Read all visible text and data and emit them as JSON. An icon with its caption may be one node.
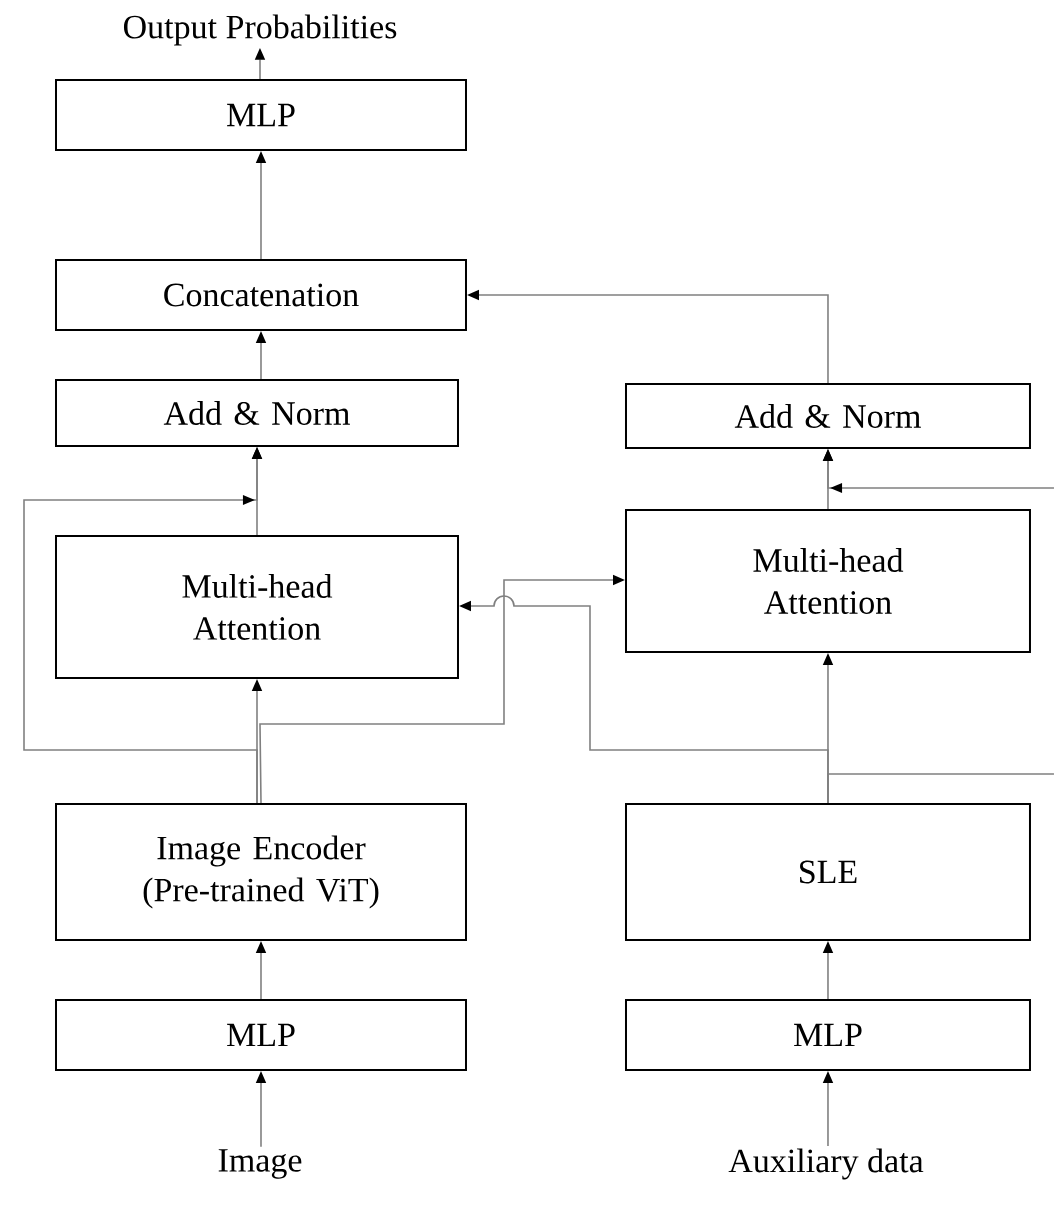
{
  "diagram": {
    "nodes": [
      {
        "text": [
          "Output Probabilities"
        ]
      },
      {
        "text": [
          "MLP"
        ]
      },
      {
        "text": [
          "Concatenation"
        ]
      },
      {
        "text": [
          "Add & Norm"
        ]
      },
      {
        "text": [
          "Multi-head Attention"
        ]
      },
      {
        "text": [
          "Image Encoder (Pre-trained ViT)"
        ]
      },
      {
        "text": [
          "MLP"
        ]
      },
      {
        "text": [
          "Image"
        ]
      },
      {
        "text": [
          "Add & Norm"
        ]
      },
      {
        "text": [
          "Multi-head Attention"
        ]
      },
      {
        "text": [
          "SLE"
        ]
      },
      {
        "text": [
          "MLP"
        ]
      },
      {
        "text": [
          "Auxiliary data"
        ]
      }
    ],
    "edges": [
      {
        "from": 7,
        "to": 6,
        "arrow": "to"
      },
      {
        "from": 6,
        "to": 5,
        "arrow": "to"
      },
      {
        "from": 5,
        "to": 4,
        "arrow": "to"
      },
      {
        "from": 4,
        "to": 3,
        "arrow": "to"
      },
      {
        "from": 5,
        "to": 3,
        "arrow": "to"
      },
      {
        "from": 5,
        "to": 9,
        "arrow": "to"
      },
      {
        "from": 10,
        "to": 4,
        "arrow": "to"
      },
      {
        "from": 3,
        "to": 2,
        "arrow": "to"
      },
      {
        "from": 2,
        "to": 1,
        "arrow": "to"
      },
      {
        "from": 1,
        "to": 0,
        "arrow": "to"
      },
      {
        "from": 12,
        "to": 11,
        "arrow": "to"
      },
      {
        "from": 11,
        "to": 10,
        "arrow": "to"
      },
      {
        "from": 10,
        "to": 9,
        "arrow": "to"
      },
      {
        "from": 9,
        "to": 8,
        "arrow": "to"
      },
      {
        "from": 10,
        "to": 8,
        "arrow": "to"
      },
      {
        "from": 8,
        "to": 2,
        "arrow": "to"
      }
    ]
  }
}
